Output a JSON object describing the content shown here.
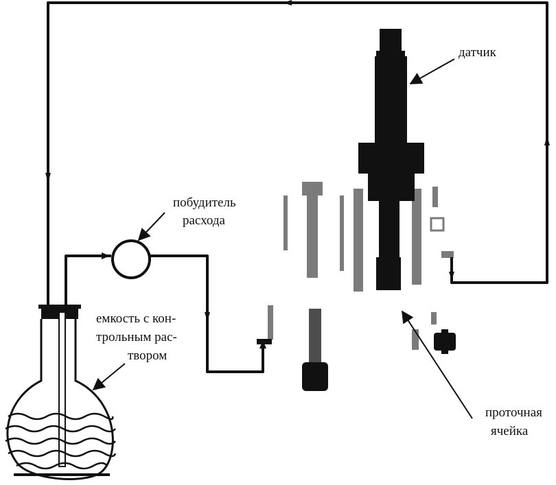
{
  "colors": {
    "ink": "#111111",
    "paper": "#ffffff",
    "liquid": "#111111"
  },
  "labels": {
    "sensor": "датчик",
    "pump_line1": "побудитель",
    "pump_line2": "расхода",
    "vessel_line1": "емкость с кон-",
    "vessel_line2": "трольным рас-",
    "vessel_line3": "твором",
    "cell_line1": "проточная",
    "cell_line2": "ячейка"
  }
}
